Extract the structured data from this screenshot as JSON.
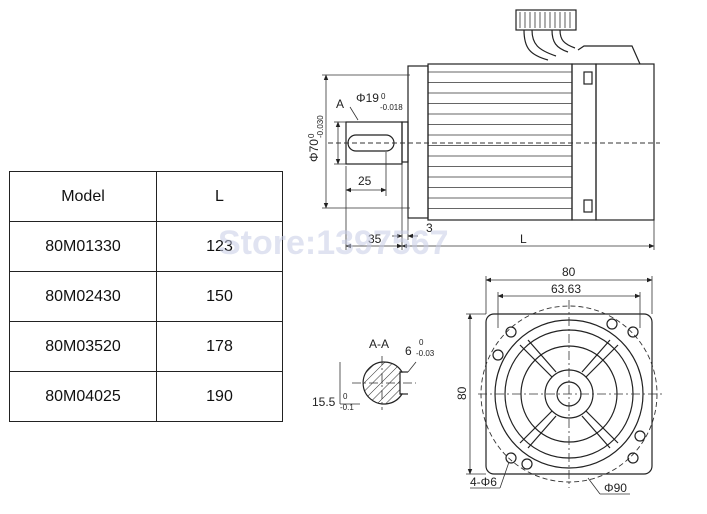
{
  "table": {
    "header": {
      "model": "Model",
      "l": "L"
    },
    "rows": [
      {
        "model": "80M01330",
        "l": "123"
      },
      {
        "model": "80M02430",
        "l": "150"
      },
      {
        "model": "80M03520",
        "l": "178"
      },
      {
        "model": "80M04025",
        "l": "190"
      }
    ]
  },
  "side_view": {
    "section_marker": "A",
    "shaft_diameter": "Φ19",
    "shaft_tol_upper": "0",
    "shaft_tol_lower": "-0.018",
    "pilot_diameter": "Φ70",
    "pilot_tol_upper": "0",
    "pilot_tol_lower": "-0.030",
    "key_length": "25",
    "shaft_length": "35",
    "flange_thickness": "3",
    "body_length": "L"
  },
  "section_view": {
    "title": "A-A",
    "key_width": "6",
    "key_tol_upper": "0",
    "key_tol_lower": "-0.03",
    "key_depth": "15.5",
    "depth_tol_upper": "0",
    "depth_tol_lower": "-0.1"
  },
  "front_view": {
    "width": "80",
    "hole_spacing": "63.63",
    "height": "80",
    "holes": "4-Φ6",
    "pcd": "Φ90"
  },
  "watermark": "Store:1397567"
}
